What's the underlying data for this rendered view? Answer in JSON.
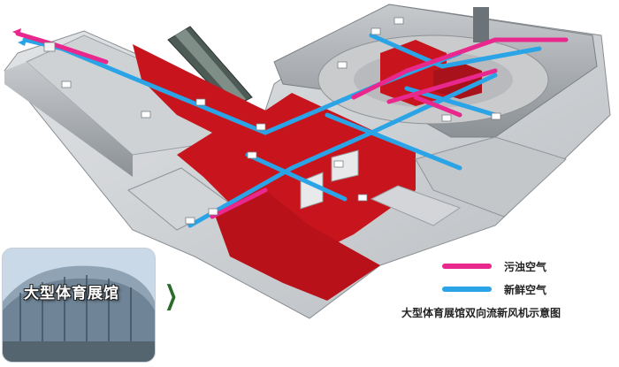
{
  "photo": {
    "caption": "大型体育展馆"
  },
  "legend": {
    "items": [
      {
        "label": "污浊空气",
        "color": "#e8288c"
      },
      {
        "label": "新鲜空气",
        "color": "#2aa4e6"
      }
    ]
  },
  "title": "大型体育展馆双向流新风机示意图",
  "colors": {
    "exhaust": "#e8288c",
    "fresh": "#2aa4e6",
    "carpet": "#c8141c",
    "wall": "#9ea3a8",
    "floor": "#d9dcdf"
  },
  "icons": {
    "arrow": "chevron-right-icon"
  }
}
